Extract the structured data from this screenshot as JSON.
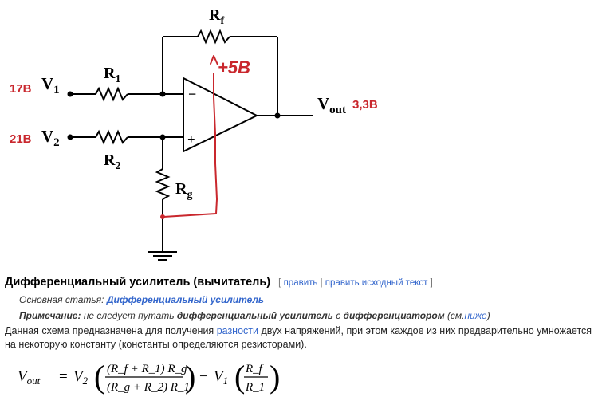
{
  "circuit": {
    "rf": "R",
    "rf_sub": "f",
    "r1": "R",
    "r1_sub": "1",
    "r2": "R",
    "r2_sub": "2",
    "rg": "R",
    "rg_sub": "g",
    "v1": "V",
    "v1_sub": "1",
    "v2": "V",
    "v2_sub": "2",
    "vout": "V",
    "vout_sub": "out",
    "v1_value": "17В",
    "v2_value": "21В",
    "vout_value": "3,3В",
    "supply": "+5В",
    "minus_sign": "−",
    "plus_sign": "+",
    "accent_red": "#c9272d"
  },
  "section": {
    "title": "Дифференциальный усилитель (вычитатель)",
    "edit_open": "[",
    "edit_link": "править",
    "edit_sep": "|",
    "edit_source_link": "править исходный текст",
    "edit_close": "]",
    "main_article_label": "Основная статья:",
    "main_article_link": "Дифференциальный усилитель",
    "note_label": "Примечание:",
    "note_text1": "не следует путать",
    "note_link1": "дифференциальный усилитель",
    "note_text2": "с",
    "note_link2": "дифференциатором",
    "note_see": "(см.",
    "note_see_link": "ниже",
    "note_see_close": ")",
    "body_before": "Данная схема предназначена для получения",
    "body_link": "разности",
    "body_after": "двух напряжений, при этом каждое из них предварительно умножается на некоторую константу (константы определяются резисторами)."
  },
  "formula": {
    "lhs": "V",
    "lhs_sub": "out",
    "eq": "=",
    "v2": "V",
    "v2_sub": "2",
    "num": "(R_f + R_1) R_g",
    "den": "(R_g + R_2) R_1",
    "minus": "−",
    "v1": "V",
    "v1_sub": "1",
    "frac_num": "R_f",
    "frac_den": "R_1"
  }
}
